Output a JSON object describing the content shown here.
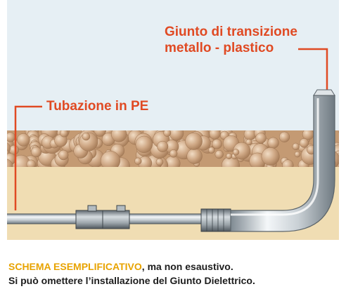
{
  "labels": {
    "transition_joint_line1": "Giunto di transizione",
    "transition_joint_line2": "metallo - plastico",
    "pe_pipe": "Tubazione in PE"
  },
  "footer": {
    "highlight": "SCHEMA ESEMPLIFICATIVO",
    "line1_rest": ", ma non esaustivo.",
    "line2": "Si può omettere l’installazione del Giunto Dielettrico."
  },
  "colors": {
    "accent_red": "#e04a23",
    "accent_yellow": "#e8a300",
    "sky": "#e6eff4",
    "soil": "#f0ddb3",
    "gravel": "#c8a07a"
  }
}
